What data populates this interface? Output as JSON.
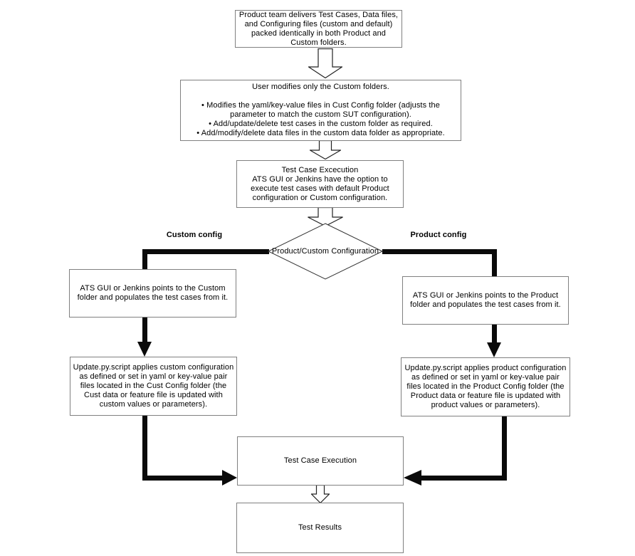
{
  "diagram": {
    "title": "Test case configuration flowchart",
    "nodes": {
      "delivery": "Product team delivers Test Cases, Data files,\nand Configuring files (custom and default)\npacked identically in both Product and\nCustom folders.",
      "user_modifies": "User modifies only the Custom folders.\n\n• Modifies the yaml/key-value files in Cust Config folder (adjusts the\nparameter to match the custom SUT configuration).\n• Add/update/delete test cases in the custom folder as required.\n• Add/modify/delete data files in the custom data folder as appropriate.",
      "test_case_excecution_option": "Test Case Excecution\nATS GUI or Jenkins have the option to\nexecute test cases with default Product\nconfiguration or Custom configuration.",
      "decision": "Product/Custom Configuration",
      "custom_points": "ATS GUI or Jenkins points to the Custom\nfolder and populates the test cases from it.",
      "product_points": "ATS GUI or Jenkins points to the Product\nfolder and populates the test cases from it.",
      "custom_update": "Update.py.script applies custom configuration\nas defined or set in yaml or key-value pair\nfiles located in the Cust Config folder (the\nCust data or feature file is updated with\ncustom values or parameters).",
      "product_update": "Update.py.script applies product configuration\nas defined or set in yaml or key-value pair\nfiles located in the Product Config folder (the\nProduct data or feature file is updated with\nproduct values or parameters).",
      "test_case_execution": "Test Case Execution",
      "test_results": "Test Results"
    },
    "branch_labels": {
      "custom": "Custom config",
      "product": "Product config"
    },
    "colors": {
      "background": "#ffffff",
      "box_border": "#808080",
      "diamond_border": "#333333",
      "connector": "#0a0a0a",
      "text": "#000000"
    }
  }
}
